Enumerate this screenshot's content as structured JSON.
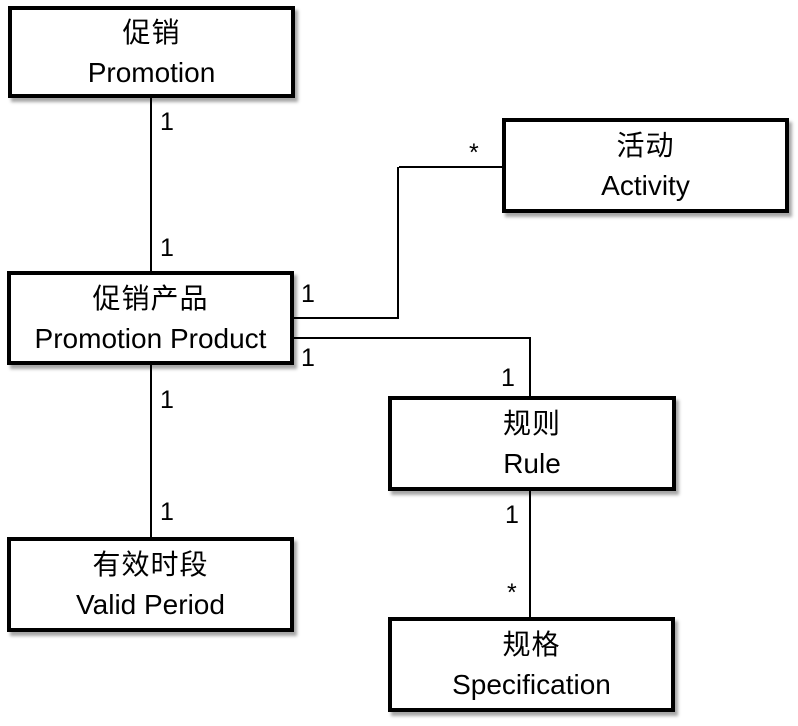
{
  "diagram": {
    "colors": {
      "box_border": "#000000",
      "box_fill": "#ffffff",
      "line": "#000000",
      "text": "#000000",
      "background": "#ffffff"
    },
    "nodes": [
      {
        "id": "promotion",
        "zh": "促销",
        "en": "Promotion"
      },
      {
        "id": "activity",
        "zh": "活动",
        "en": "Activity"
      },
      {
        "id": "promotion-product",
        "zh": "促销产品",
        "en": "Promotion Product"
      },
      {
        "id": "rule",
        "zh": "规则",
        "en": "Rule"
      },
      {
        "id": "valid-period",
        "zh": "有效时段",
        "en": "Valid Period"
      },
      {
        "id": "specification",
        "zh": "规格",
        "en": "Specification"
      }
    ],
    "edges": [
      {
        "from": "promotion",
        "to": "promotion-product",
        "from_label": "1",
        "to_label": "1"
      },
      {
        "from": "promotion-product",
        "to": "activity",
        "from_label": "1",
        "to_label": "*"
      },
      {
        "from": "promotion-product",
        "to": "rule",
        "from_label": "1",
        "to_label": "1"
      },
      {
        "from": "promotion-product",
        "to": "valid-period",
        "from_label": "1",
        "to_label": "1"
      },
      {
        "from": "rule",
        "to": "specification",
        "from_label": "1",
        "to_label": "*"
      }
    ]
  }
}
